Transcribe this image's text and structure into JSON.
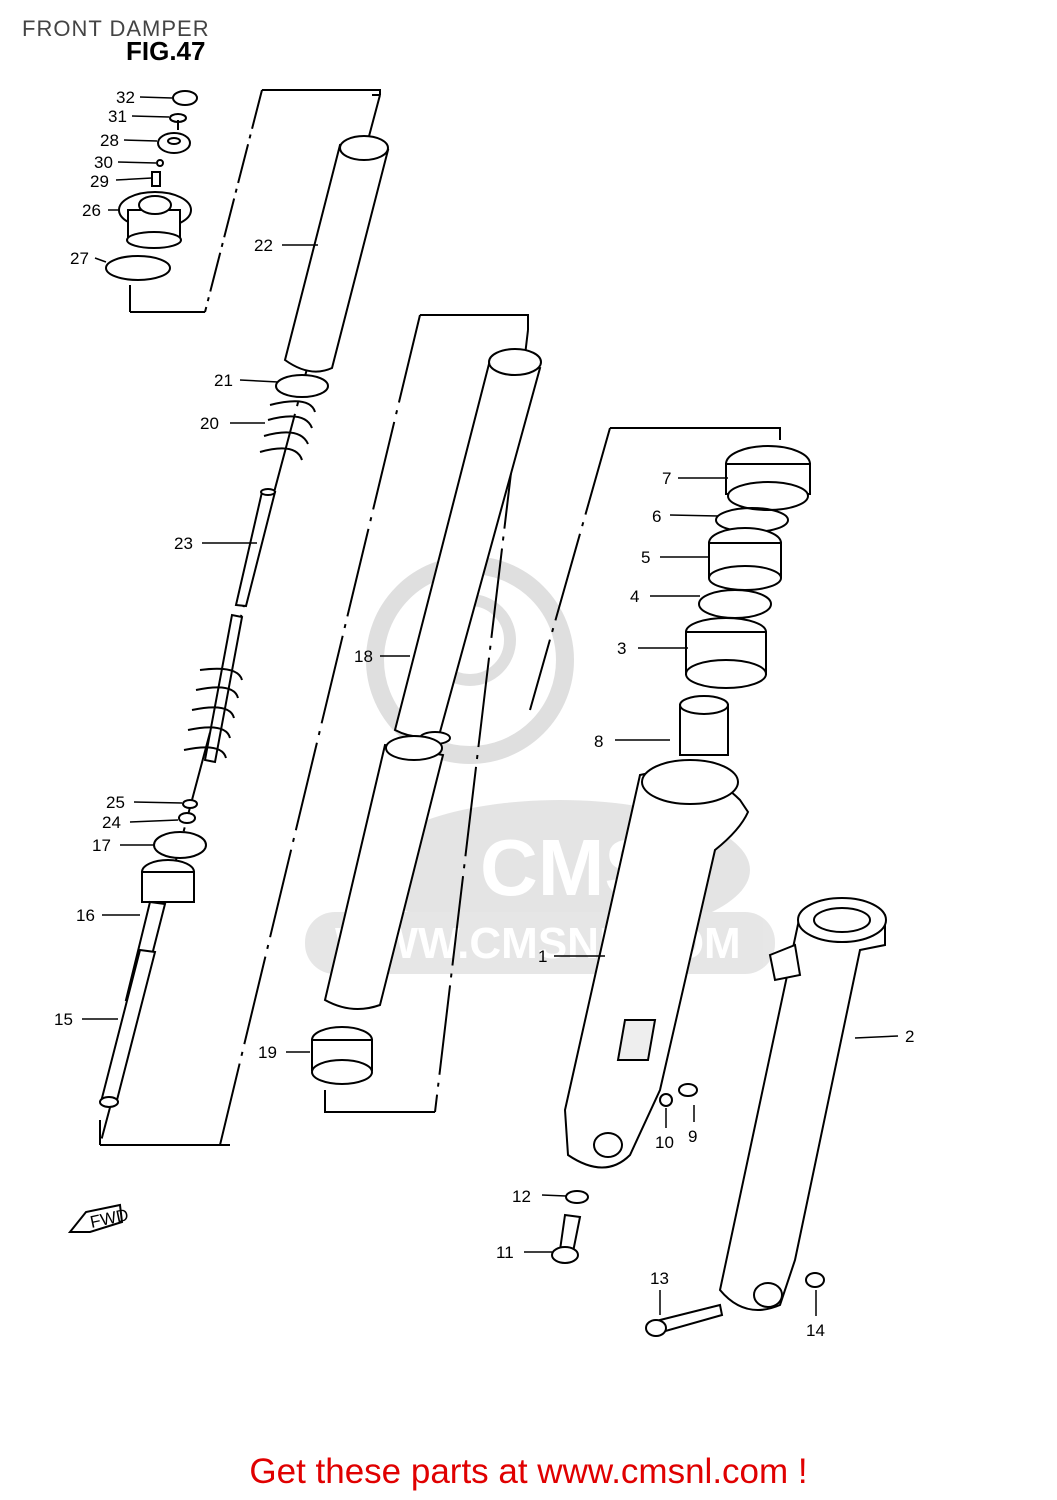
{
  "header": {
    "title": "FRONT DAMPER"
  },
  "figure": {
    "label": "FIG.47",
    "direction_label": "FWD",
    "watermark_brand": "CMS",
    "watermark_url": "WWW.CMSNL.COM"
  },
  "parts": [
    "1",
    "2",
    "3",
    "4",
    "5",
    "6",
    "7",
    "8",
    "9",
    "10",
    "11",
    "12",
    "13",
    "14",
    "15",
    "16",
    "17",
    "18",
    "19",
    "20",
    "21",
    "22",
    "23",
    "24",
    "25",
    "26",
    "27",
    "28",
    "29",
    "30",
    "31",
    "32"
  ],
  "footer": {
    "cta_text": "Get these parts at www.cmsnl.com !"
  },
  "colors": {
    "cta": "#e00000",
    "line": "#000000",
    "watermark": "#d8d8d8"
  }
}
